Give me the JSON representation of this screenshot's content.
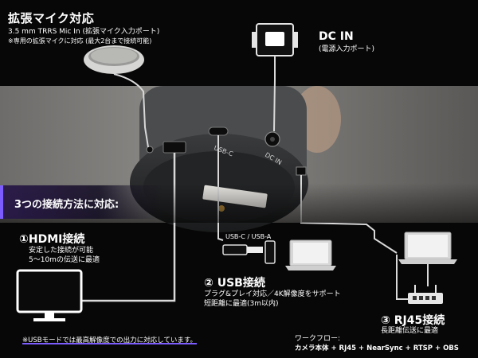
{
  "ext_mic": {
    "title": "拡張マイク対応",
    "spec": "3.5 mm TRRS Mic In (拡張マイク入力ポート)",
    "note": "※専用の拡張マイクに対応 (最大2台まで接続可能)"
  },
  "dc_in": {
    "title": "DC IN",
    "subtitle": "(電源入力ポート)"
  },
  "device_labels": {
    "usb_c": "USB-C",
    "dc_in": "DC IN"
  },
  "banner": {
    "text": "3つの接続方法に対応:"
  },
  "hdmi": {
    "title": "①HDMI接続",
    "line1": "安定した接続が可能",
    "line2": "5～10mの伝送に最適"
  },
  "usb": {
    "port_label": "USB-C / USB-A",
    "title": "② USB接続",
    "line1": "プラグ&プレイ対応／4K解像度をサポート",
    "line2": "短距離に最適(3m以内)"
  },
  "rj45": {
    "title": "③ RJ45接続",
    "line1": "長距離伝送に最適"
  },
  "workflow": {
    "label": "ワークフロー:",
    "value": "カメラ本体 + RJ45 + NearSync + RTSP + OBS"
  },
  "footnote": "※USBモードでは最高解像度での出力に対応しています。",
  "colors": {
    "accent": "#7c5cff",
    "background": "#070707",
    "line": "#d9d9d9"
  }
}
